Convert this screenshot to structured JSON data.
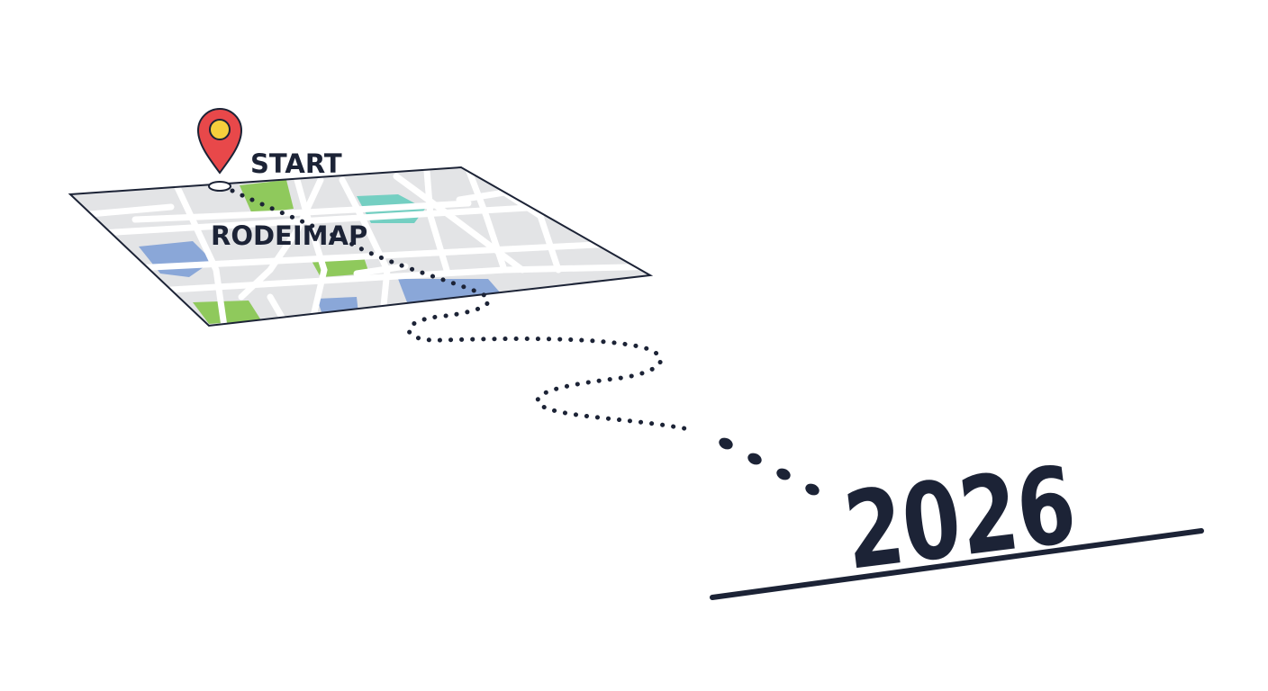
{
  "map": {
    "start_label": "START",
    "title_label": "RODEIMAP"
  },
  "goal": {
    "year": "2026"
  },
  "colors": {
    "ink": "#1c2336",
    "map_ground": "#e3e4e6",
    "map_road": "#ffffff",
    "park_green": "#8fc95c",
    "water_teal": "#74cfc2",
    "block_blue": "#8aa7d8",
    "pin_red": "#e8484a",
    "pin_yellow": "#f6cf3c"
  },
  "icons": {
    "pin": "map-pin-icon"
  }
}
